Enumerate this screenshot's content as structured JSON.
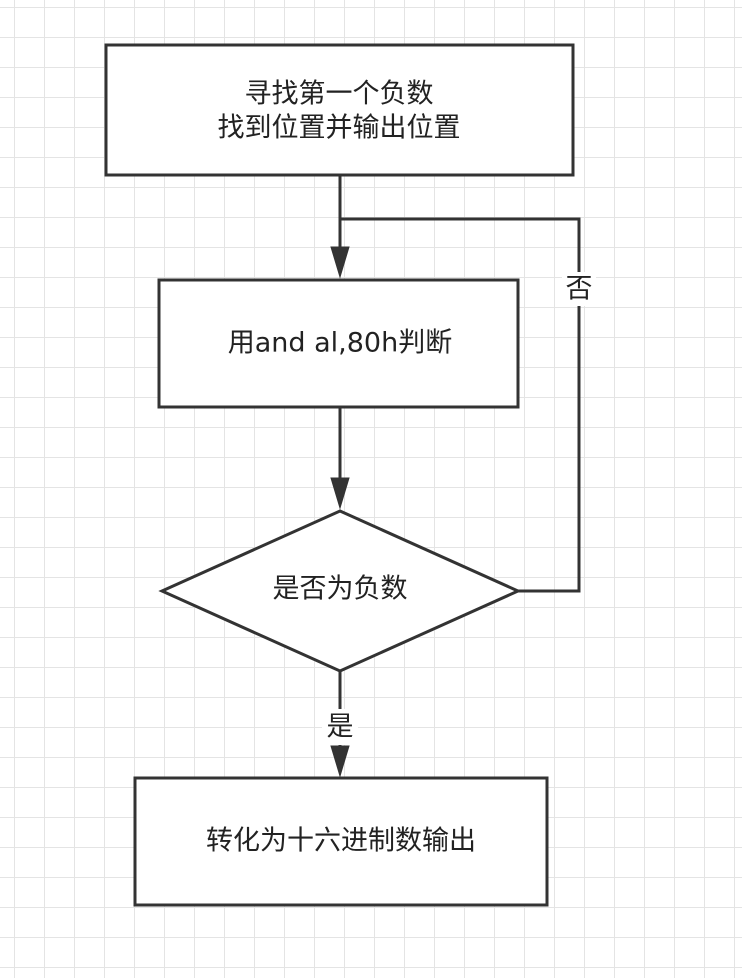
{
  "nodes": {
    "start": {
      "line1": "寻找第一个负数",
      "line2": "找到位置并输出位置"
    },
    "check": {
      "label": "用and al,80h判断"
    },
    "decision": {
      "label": "是否为负数"
    },
    "output": {
      "label": "转化为十六进制数输出"
    }
  },
  "edges": {
    "no_label": "否",
    "yes_label": "是"
  },
  "colors": {
    "stroke": "#333333",
    "grid": "#e4e4e4",
    "text": "#222222"
  }
}
